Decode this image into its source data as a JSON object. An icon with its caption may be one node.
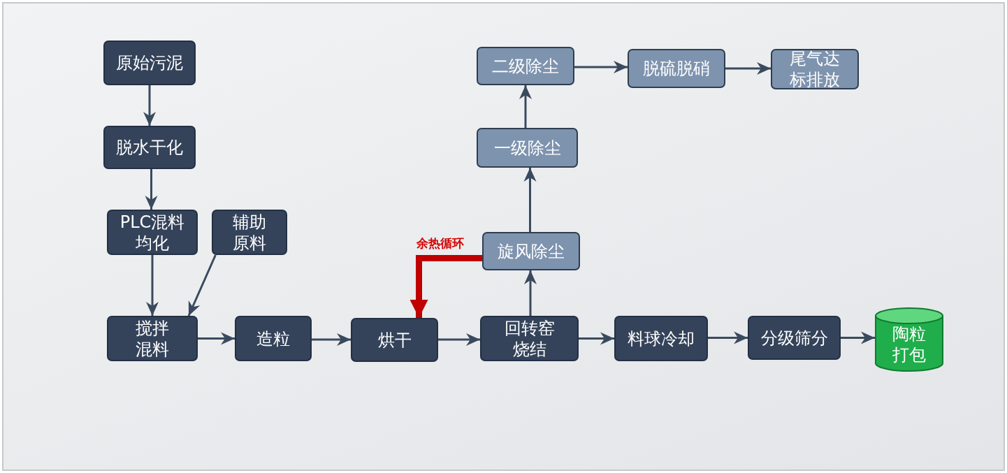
{
  "diagram": {
    "nodes": [
      {
        "text": [
          "原始污泥"
        ]
      },
      {
        "text": [
          "脱水干化"
        ]
      },
      {
        "text": [
          "PLC混料均化"
        ]
      },
      {
        "text": [
          "辅助原料"
        ]
      },
      {
        "text": [
          "搅拌混料"
        ]
      },
      {
        "text": [
          "造粒"
        ]
      },
      {
        "text": [
          "烘干"
        ]
      },
      {
        "text": [
          "回转窑烧结"
        ]
      },
      {
        "text": [
          "料球冷却"
        ]
      },
      {
        "text": [
          "分级筛分"
        ]
      },
      {
        "text": [
          "陶粒打包"
        ]
      },
      {
        "text": [
          "旋风除尘"
        ]
      },
      {
        "text": [
          "一级除尘"
        ]
      },
      {
        "text": [
          "二级除尘"
        ]
      },
      {
        "text": [
          "脱硫脱硝"
        ]
      },
      {
        "text": [
          "尾气达标排放"
        ]
      }
    ],
    "edges": [
      {
        "from": 0,
        "to": 1,
        "arrow": "to"
      },
      {
        "from": 1,
        "to": 2,
        "arrow": "to"
      },
      {
        "from": 2,
        "to": 4,
        "arrow": "to"
      },
      {
        "from": 3,
        "to": 4,
        "arrow": "to"
      },
      {
        "from": 4,
        "to": 5,
        "arrow": "to"
      },
      {
        "from": 5,
        "to": 6,
        "arrow": "to"
      },
      {
        "from": 6,
        "to": 7,
        "arrow": "to"
      },
      {
        "from": 7,
        "to": 8,
        "arrow": "to"
      },
      {
        "from": 8,
        "to": 9,
        "arrow": "to"
      },
      {
        "from": 9,
        "to": 10,
        "arrow": "to"
      },
      {
        "from": 7,
        "to": 11,
        "arrow": "to"
      },
      {
        "from": 11,
        "to": 12,
        "arrow": "to"
      },
      {
        "from": 12,
        "to": 13,
        "arrow": "to"
      },
      {
        "from": 13,
        "to": 14,
        "arrow": "to"
      },
      {
        "from": 14,
        "to": 15,
        "arrow": "to"
      },
      {
        "from": 11,
        "to": 6,
        "arrow": "to",
        "label": "余热循环",
        "style": "thick",
        "color": "#c00000"
      }
    ]
  }
}
